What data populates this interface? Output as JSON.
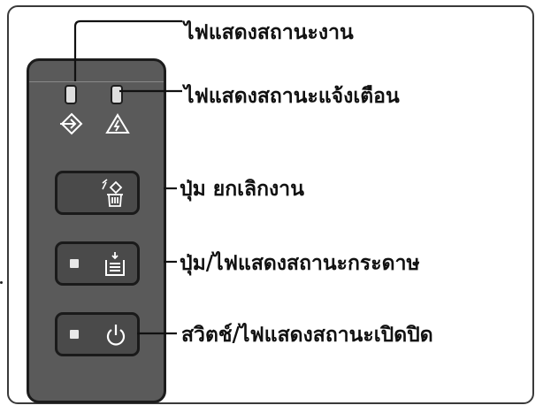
{
  "callouts": {
    "power_led": "ไฟแสดงสถานะงาน",
    "warning_led": "ไฟแสดงสถานะแจ้งเตือน",
    "cancel_button": "ปุ่ม ยกเลิกงาน",
    "paper_button": "ปุ่ม/ไฟแสดงสถานะกระดาษ",
    "power_switch": "สวิตช์/ไฟแสดงสถานะเปิดปิด"
  },
  "icons": {
    "data_led": "input-arrow-icon",
    "warning_led": "warning-triangle-icon",
    "cancel_button": "cancel-job-trash-icon",
    "paper_button": "paper-tray-icon",
    "power_switch": "power-icon"
  },
  "colors": {
    "panel": "#5a5a5a",
    "button": "#4a4a4a",
    "led_off": "#dedede",
    "outline": "#1a1a1a"
  }
}
